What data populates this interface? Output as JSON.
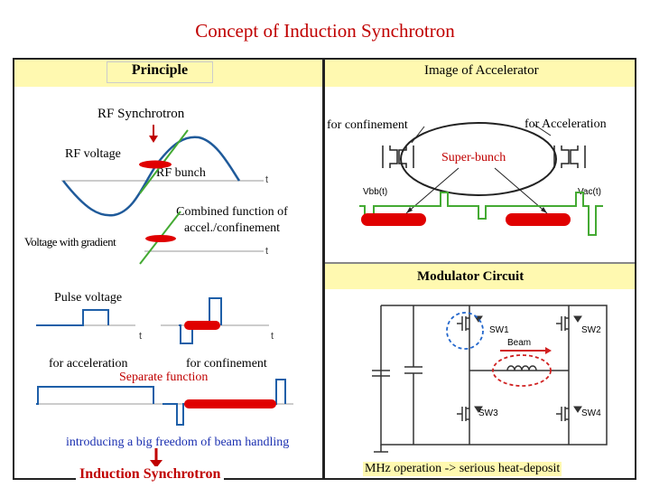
{
  "title": "Concept of Induction Synchrotron",
  "left_panel": {
    "header": "Principle",
    "rf_synchrotron": "RF Synchrotron",
    "rf_voltage": "RF voltage",
    "rf_bunch": "RF bunch",
    "voltage_with_gradient": "Voltage with gradient",
    "combined_function": "Combined function of accel./confinement",
    "pulse_voltage": "Pulse voltage",
    "for_acceleration": "for acceleration",
    "for_confinement": "for confinement",
    "separate_function": "Separate function",
    "introducing": "introducing a big freedom of beam handling",
    "induction_synchrotron": "Induction Synchrotron",
    "axis_t": "t"
  },
  "right_panel": {
    "header": "Image of Accelerator",
    "for_confinement": "for confinement",
    "for_acceleration": "for Acceleration",
    "super_bunch": "Super-bunch",
    "vbb": "Vbb(t)",
    "vac": "Vac(t)",
    "modulator_header": "Modulator Circuit",
    "sw1": "SW1",
    "sw2": "SW2",
    "sw3": "SW3",
    "sw4": "SW4",
    "beam": "Beam",
    "footer": "MHz operation -> serious heat-deposit"
  },
  "colors": {
    "title_red": "#c00000",
    "highlight_yellow": "#fff9b0",
    "beam_red": "#e00000",
    "wave_blue": "#1f5a9a",
    "gradient_green": "#44aa33",
    "pulse_blue": "#1e5fa8",
    "text_blue": "#1a2fb0",
    "dash_blue": "#2266cc"
  }
}
